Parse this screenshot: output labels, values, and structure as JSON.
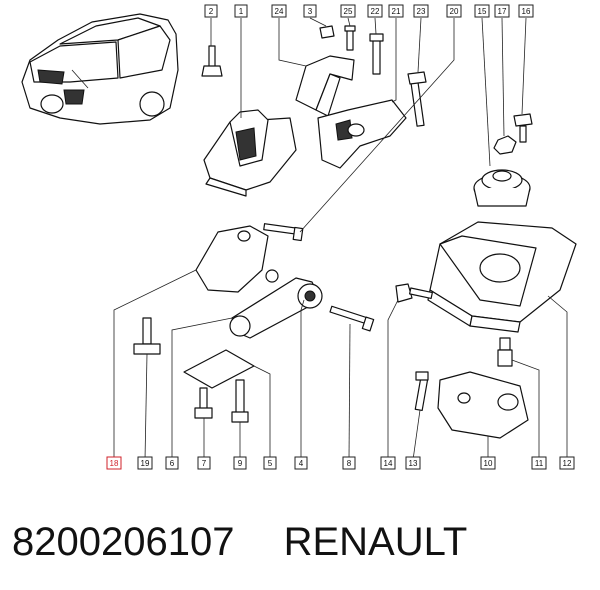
{
  "caption": {
    "part_number": "8200206107",
    "brand": "RENAULT"
  },
  "highlight_color": "#d0202a",
  "callouts_top": [
    "2",
    "1",
    "24",
    "3",
    "25",
    "22",
    "21",
    "23",
    "20",
    "15",
    "17",
    "16"
  ],
  "callouts_bottom": [
    "18",
    "19",
    "6",
    "7",
    "9",
    "5",
    "4",
    "8",
    "14",
    "13",
    "10",
    "11",
    "12"
  ],
  "highlighted_callout": "18"
}
